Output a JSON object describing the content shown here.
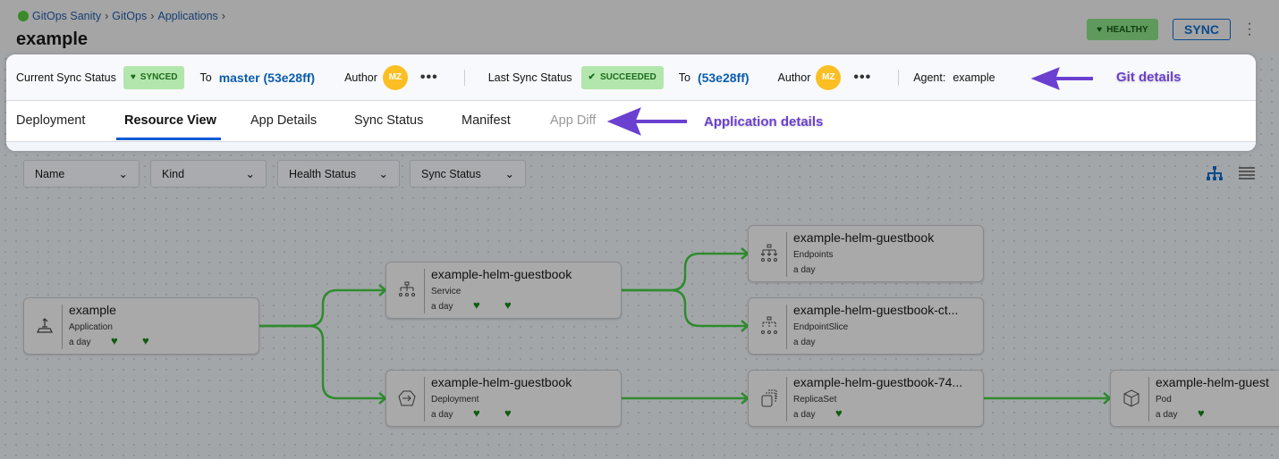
{
  "breadcrumbs": [
    "GitOps Sanity",
    "GitOps",
    "Applications"
  ],
  "title": "example",
  "health_badge": "HEALTHY",
  "sync_button": "SYNC",
  "git_details": {
    "current_sync_label": "Current Sync Status",
    "current_sync_badge": "SYNCED",
    "to_label": "To",
    "current_revision": "master (53e28ff)",
    "author_label": "Author",
    "author_initials": "MZ",
    "last_sync_label": "Last Sync Status",
    "last_sync_badge": "SUCCEEDED",
    "last_to_label": "To",
    "last_revision": "(53e28ff)",
    "last_author_label": "Author",
    "last_author_initials": "MZ",
    "agent_label": "Agent:",
    "agent_value": "example",
    "more": "•••"
  },
  "tabs": [
    {
      "label": "Deployment"
    },
    {
      "label": "Resource View",
      "active": true
    },
    {
      "label": "App Details"
    },
    {
      "label": "Sync Status"
    },
    {
      "label": "Manifest"
    },
    {
      "label": "App Diff",
      "disabled": true
    }
  ],
  "annotations": {
    "git": "Git details",
    "app": "Application details",
    "color": "#6b40d0"
  },
  "filters": [
    "Name",
    "Kind",
    "Health Status",
    "Sync Status"
  ],
  "view_modes": {
    "active": "tree-icon",
    "other": "list-icon"
  },
  "nodes": [
    {
      "name": "example",
      "kind": "Application",
      "age": "a day",
      "icon": "application-icon",
      "hearts": 2
    },
    {
      "name": "example-helm-guestbook",
      "kind": "Service",
      "age": "a day",
      "icon": "service-icon",
      "hearts": 2
    },
    {
      "name": "example-helm-guestbook",
      "kind": "Deployment",
      "age": "a day",
      "icon": "deployment-icon",
      "hearts": 2
    },
    {
      "name": "example-helm-guestbook",
      "kind": "Endpoints",
      "age": "a day",
      "icon": "endpoints-icon",
      "hearts": 0
    },
    {
      "name": "example-helm-guestbook-ct...",
      "kind": "EndpointSlice",
      "age": "a day",
      "icon": "endpointslice-icon",
      "hearts": 0
    },
    {
      "name": "example-helm-guestbook-74...",
      "kind": "ReplicaSet",
      "age": "a day",
      "icon": "replicaset-icon",
      "hearts": 1
    },
    {
      "name": "example-helm-guest",
      "kind": "Pod",
      "age": "a day",
      "icon": "pod-icon",
      "hearts": 1
    }
  ],
  "colors": {
    "edge": "#2e8b2e",
    "heart": "#0e5c0e",
    "accent": "#0b5cd5"
  }
}
